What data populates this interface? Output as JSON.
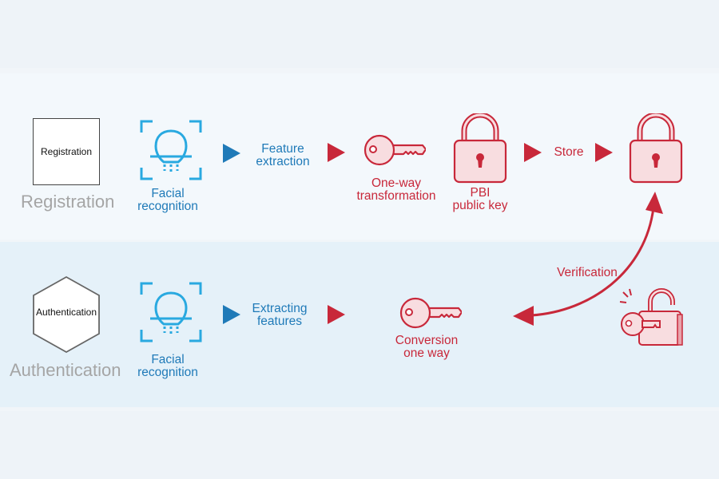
{
  "registration": {
    "box_label": "Registration",
    "title": "Registration",
    "facial": [
      "Facial",
      "recognition"
    ],
    "feature": [
      "Feature",
      "extraction"
    ],
    "transform": [
      "One-way",
      "transformation"
    ],
    "pbi": [
      "PBI",
      "public key"
    ],
    "store": "Store"
  },
  "authentication": {
    "box_label": "Authentication",
    "title": "Authentication",
    "facial": [
      "Facial",
      "recognition"
    ],
    "feature": [
      "Extracting",
      "features"
    ],
    "conversion": [
      "Conversion",
      "one way"
    ],
    "verification": "Verification"
  },
  "colors": {
    "blue": "#1f7ab8",
    "red": "#c8283a",
    "pink_fill": "#f8dde0",
    "face_icon": "#29a9e0"
  },
  "icons": [
    "face-scan-icon",
    "play-arrow-icon",
    "key-icon",
    "padlock-icon",
    "unlock-key-icon",
    "curved-double-arrow"
  ]
}
